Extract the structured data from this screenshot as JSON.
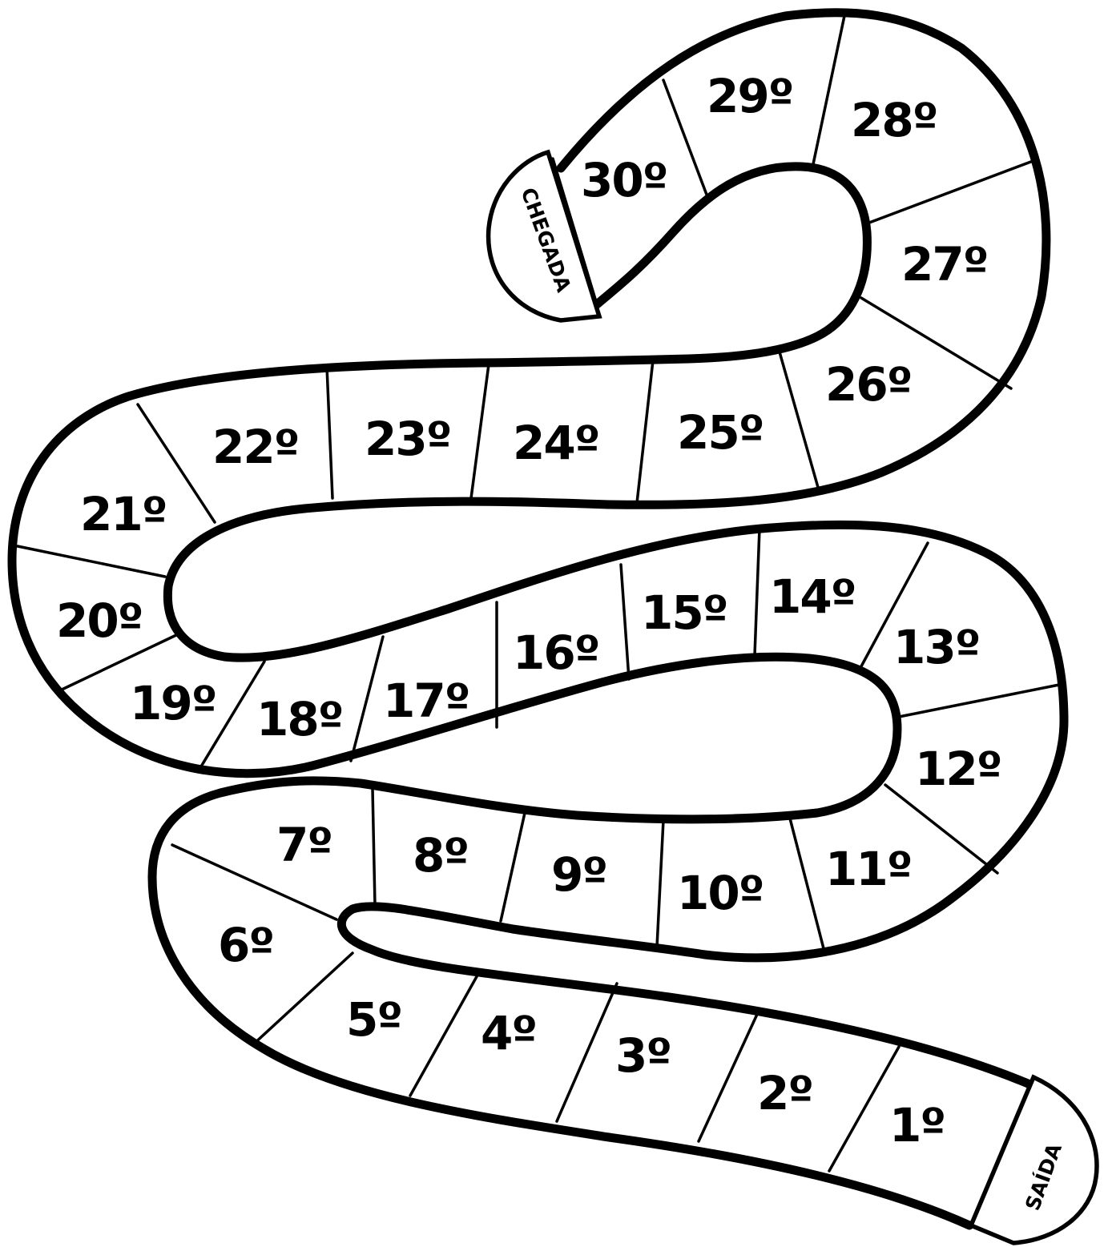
{
  "board": {
    "start_label": "SAÍDA",
    "finish_label": "CHEGADA",
    "squares": [
      "1º",
      "2º",
      "3º",
      "4º",
      "5º",
      "6º",
      "7º",
      "8º",
      "9º",
      "10º",
      "11º",
      "12º",
      "13º",
      "14º",
      "15º",
      "16º",
      "17º",
      "18º",
      "19º",
      "20º",
      "21º",
      "22º",
      "23º",
      "24º",
      "25º",
      "26º",
      "27º",
      "28º",
      "29º",
      "30º"
    ]
  }
}
